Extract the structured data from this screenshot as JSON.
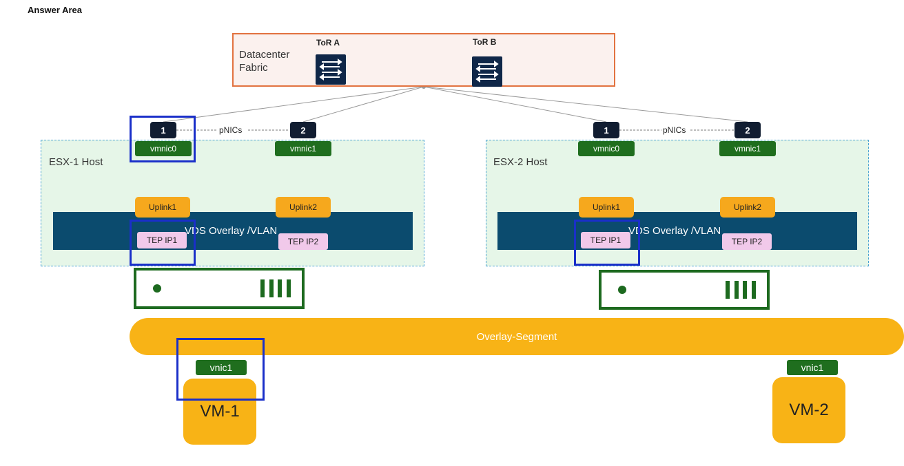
{
  "title": "Answer Area",
  "fabric": {
    "label": "Datacenter\nFabric",
    "tor_a": "ToR A",
    "tor_b": "ToR B"
  },
  "pnics_label": "pNICs",
  "hosts": [
    {
      "label": "ESX-1 Host",
      "pnic1": "1",
      "pnic2": "2",
      "vmnic0": "vmnic0",
      "vmnic1": "vmnic1",
      "uplink1": "Uplink1",
      "uplink2": "Uplink2",
      "vds": "VDS Overlay /VLAN",
      "tep1": "TEP IP1",
      "tep2": "TEP IP2"
    },
    {
      "label": "ESX-2 Host",
      "pnic1": "1",
      "pnic2": "2",
      "vmnic0": "vmnic0",
      "vmnic1": "vmnic1",
      "uplink1": "Uplink1",
      "uplink2": "Uplink2",
      "vds": "VDS Overlay /VLAN",
      "tep1": "TEP IP1",
      "tep2": "TEP IP2"
    }
  ],
  "segment": "Overlay-Segment",
  "vms": [
    {
      "name": "VM-1",
      "vnic": "vnic1"
    },
    {
      "name": "VM-2",
      "vnic": "vnic1"
    }
  ],
  "colors": {
    "fabric_border": "#e2723f",
    "host_fill": "#e6f6e8",
    "vds": "#0b4b6e",
    "vmnic": "#1f6e1e",
    "uplink": "#f6a81d",
    "tep": "#f1c9ea",
    "segment": "#f8b316",
    "highlight": "#1a2fc9"
  }
}
